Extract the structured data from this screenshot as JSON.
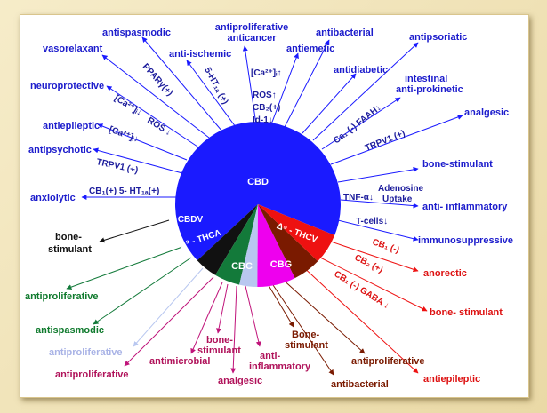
{
  "colors": {
    "blue": "#1a1aff",
    "black": "#111111",
    "green": "#137a3a",
    "lightblue": "#b8c7f0",
    "magenta": "#ee00ee",
    "brown": "#7a1a00",
    "red": "#ee1111",
    "text_blue": "#1c1ccc",
    "text_green": "#0f7a2d",
    "text_lightblue": "#a9b3e6",
    "text_magenta": "#b0125a",
    "text_brown": "#7a1a00",
    "text_red": "#dd1111",
    "text_black": "#111111"
  },
  "center": {
    "segments": [
      {
        "name": "CBD",
        "color": "blue",
        "value": 0.68
      },
      {
        "name": "CBDV",
        "color": "black",
        "value": 0.045
      },
      {
        "name": "Δ⁹ - THCA",
        "color": "green",
        "value": 0.05
      },
      {
        "name": "",
        "color": "lightblue",
        "value": 0.035
      },
      {
        "name": "CBC",
        "color": "magenta",
        "value": 0.075
      },
      {
        "name": "CBG",
        "color": "brown",
        "value": 0.055
      },
      {
        "name": "Δ⁹ - THCV",
        "color": "red",
        "value": 0.06
      }
    ]
  },
  "effects": {
    "cbd": [
      "anxiolytic",
      "antipsychotic",
      "antiepileptic",
      "neuroprotective",
      "vasorelaxant",
      "antispasmodic",
      "anti-ischemic",
      "antiproliferative",
      "anticancer",
      "antiemetic",
      "antibacterial",
      "antidiabetic",
      "antipsoriatic",
      "intestinal",
      "anti-prokinetic",
      "analgesic",
      "bone-stimulant",
      "anti- inflammatory",
      "immunosuppressive"
    ],
    "cbdv": [
      "bone-",
      "stimulant"
    ],
    "thca": [
      "antiproliferative",
      "antispasmodic"
    ],
    "lightblue": [
      "antiproliferative"
    ],
    "cbc": [
      "antiproliferative",
      "antimicrobial",
      "bone-",
      "stimulant",
      "analgesic",
      "anti-",
      "inflammatory"
    ],
    "cbg": [
      "Bone-",
      "stimulant",
      "antiproliferative",
      "antibacterial"
    ],
    "thcv": [
      "anorectic",
      "bone- stimulant",
      "antiepileptic"
    ]
  },
  "mechanisms": {
    "cb1_5ht1a": "CB₁(+) 5- HT₁ₐ(+)",
    "trpv1_a": "TRPV1 (+)",
    "ca_1": "[Ca²⁺]ᵢ↓",
    "ros_1": "ROS ↓",
    "ca_2": "[Ca²⁺]ᵢ↓",
    "ppar": "PPARγ(+)",
    "ht1a": "5-HT₁ₐ (+)",
    "ca_up": "[Ca²⁺]ᵢ↑",
    "ros_up": "ROS↑",
    "cb2": "CB₂(+)",
    "id1": "Id-1↓",
    "ca_faah": "Ca₁ (-) FAAH↓",
    "trpv1_b": "TRPV1 (+)",
    "tnf": "TNF-α↓",
    "adenosine": "Adenosine",
    "uptake": "Uptake",
    "tcells": "T-cells↓",
    "thcv_cb1": "CB₁ (-)",
    "thcv_cb2": "CB₂ (+)",
    "thcv_cb1gaba": "CB₁ (-)  GABA ↓"
  }
}
